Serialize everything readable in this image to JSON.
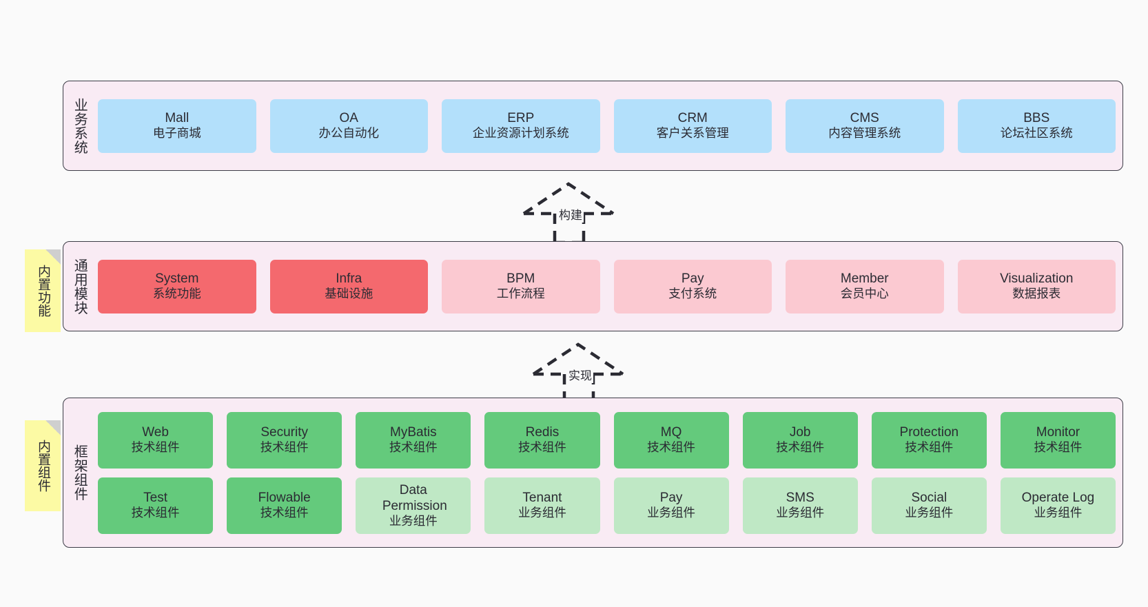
{
  "diagram": {
    "background_color": "#fafafa",
    "panel_color": "#f9ebf4",
    "border_color": "#3c3c46",
    "note_color": "#fcfaa4"
  },
  "layers": [
    {
      "id": "business",
      "title": "业务系统",
      "rows": [
        [
          {
            "en": "Mall",
            "cn": "电子商城",
            "color": "#b3e0fb"
          },
          {
            "en": "OA",
            "cn": "办公自动化",
            "color": "#b3e0fb"
          },
          {
            "en": "ERP",
            "cn": "企业资源计划系统",
            "color": "#b3e0fb"
          },
          {
            "en": "CRM",
            "cn": "客户关系管理",
            "color": "#b3e0fb"
          },
          {
            "en": "CMS",
            "cn": "内容管理系统",
            "color": "#b3e0fb"
          },
          {
            "en": "BBS",
            "cn": "论坛社区系统",
            "color": "#b3e0fb"
          }
        ]
      ]
    },
    {
      "id": "common",
      "title": "通用模块",
      "note": "内置功能",
      "rows": [
        [
          {
            "en": "System",
            "cn": "系统功能",
            "color": "#f4696e"
          },
          {
            "en": "Infra",
            "cn": "基础设施",
            "color": "#f4696e"
          },
          {
            "en": "BPM",
            "cn": "工作流程",
            "color": "#fbc9d1"
          },
          {
            "en": "Pay",
            "cn": "支付系统",
            "color": "#fbc9d1"
          },
          {
            "en": "Member",
            "cn": "会员中心",
            "color": "#fbc9d1"
          },
          {
            "en": "Visualization",
            "cn": "数据报表",
            "color": "#fbc9d1"
          }
        ]
      ]
    },
    {
      "id": "framework",
      "title": "框架组件",
      "note": "内置组件",
      "rows": [
        [
          {
            "en": "Web",
            "cn": "技术组件",
            "color": "#64ca7c"
          },
          {
            "en": "Security",
            "cn": "技术组件",
            "color": "#64ca7c"
          },
          {
            "en": "MyBatis",
            "cn": "技术组件",
            "color": "#64ca7c"
          },
          {
            "en": "Redis",
            "cn": "技术组件",
            "color": "#64ca7c"
          },
          {
            "en": "MQ",
            "cn": "技术组件",
            "color": "#64ca7c"
          },
          {
            "en": "Job",
            "cn": "技术组件",
            "color": "#64ca7c"
          },
          {
            "en": "Protection",
            "cn": "技术组件",
            "color": "#64ca7c"
          },
          {
            "en": "Monitor",
            "cn": "技术组件",
            "color": "#64ca7c"
          }
        ],
        [
          {
            "en": "Test",
            "cn": "技术组件",
            "color": "#64ca7c"
          },
          {
            "en": "Flowable",
            "cn": "技术组件",
            "color": "#64ca7c"
          },
          {
            "en": "Data Permission",
            "cn": "业务组件",
            "color": "#bfe8c5"
          },
          {
            "en": "Tenant",
            "cn": "业务组件",
            "color": "#bfe8c5"
          },
          {
            "en": "Pay",
            "cn": "业务组件",
            "color": "#bfe8c5"
          },
          {
            "en": "SMS",
            "cn": "业务组件",
            "color": "#bfe8c5"
          },
          {
            "en": "Social",
            "cn": "业务组件",
            "color": "#bfe8c5"
          },
          {
            "en": "Operate Log",
            "cn": "业务组件",
            "color": "#bfe8c5"
          }
        ]
      ]
    }
  ],
  "connectors": [
    {
      "id": "build",
      "label": "构建"
    },
    {
      "id": "implement",
      "label": "实现"
    }
  ]
}
